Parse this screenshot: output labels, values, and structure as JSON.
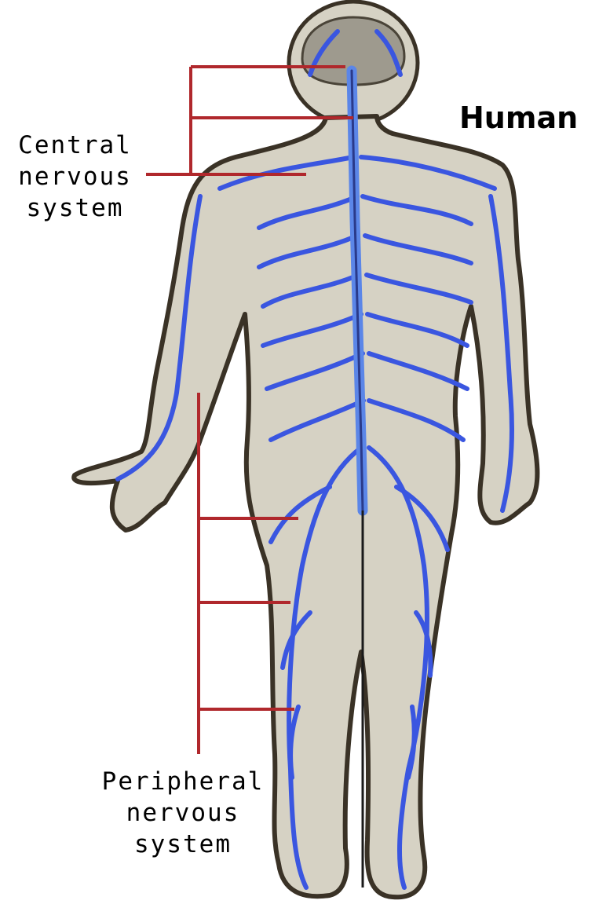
{
  "title": "Human",
  "labels": {
    "central": [
      "Central",
      "nervous",
      "system"
    ],
    "peripheral": [
      "Peripheral",
      "nervous",
      "system"
    ]
  },
  "colors": {
    "body_fill": "#d6d2c4",
    "body_outline": "#3a3226",
    "nerve": "#3a56e0",
    "spinal_cord": "#5b86e8",
    "leader_line": "#b0282c",
    "background": "#ffffff"
  }
}
